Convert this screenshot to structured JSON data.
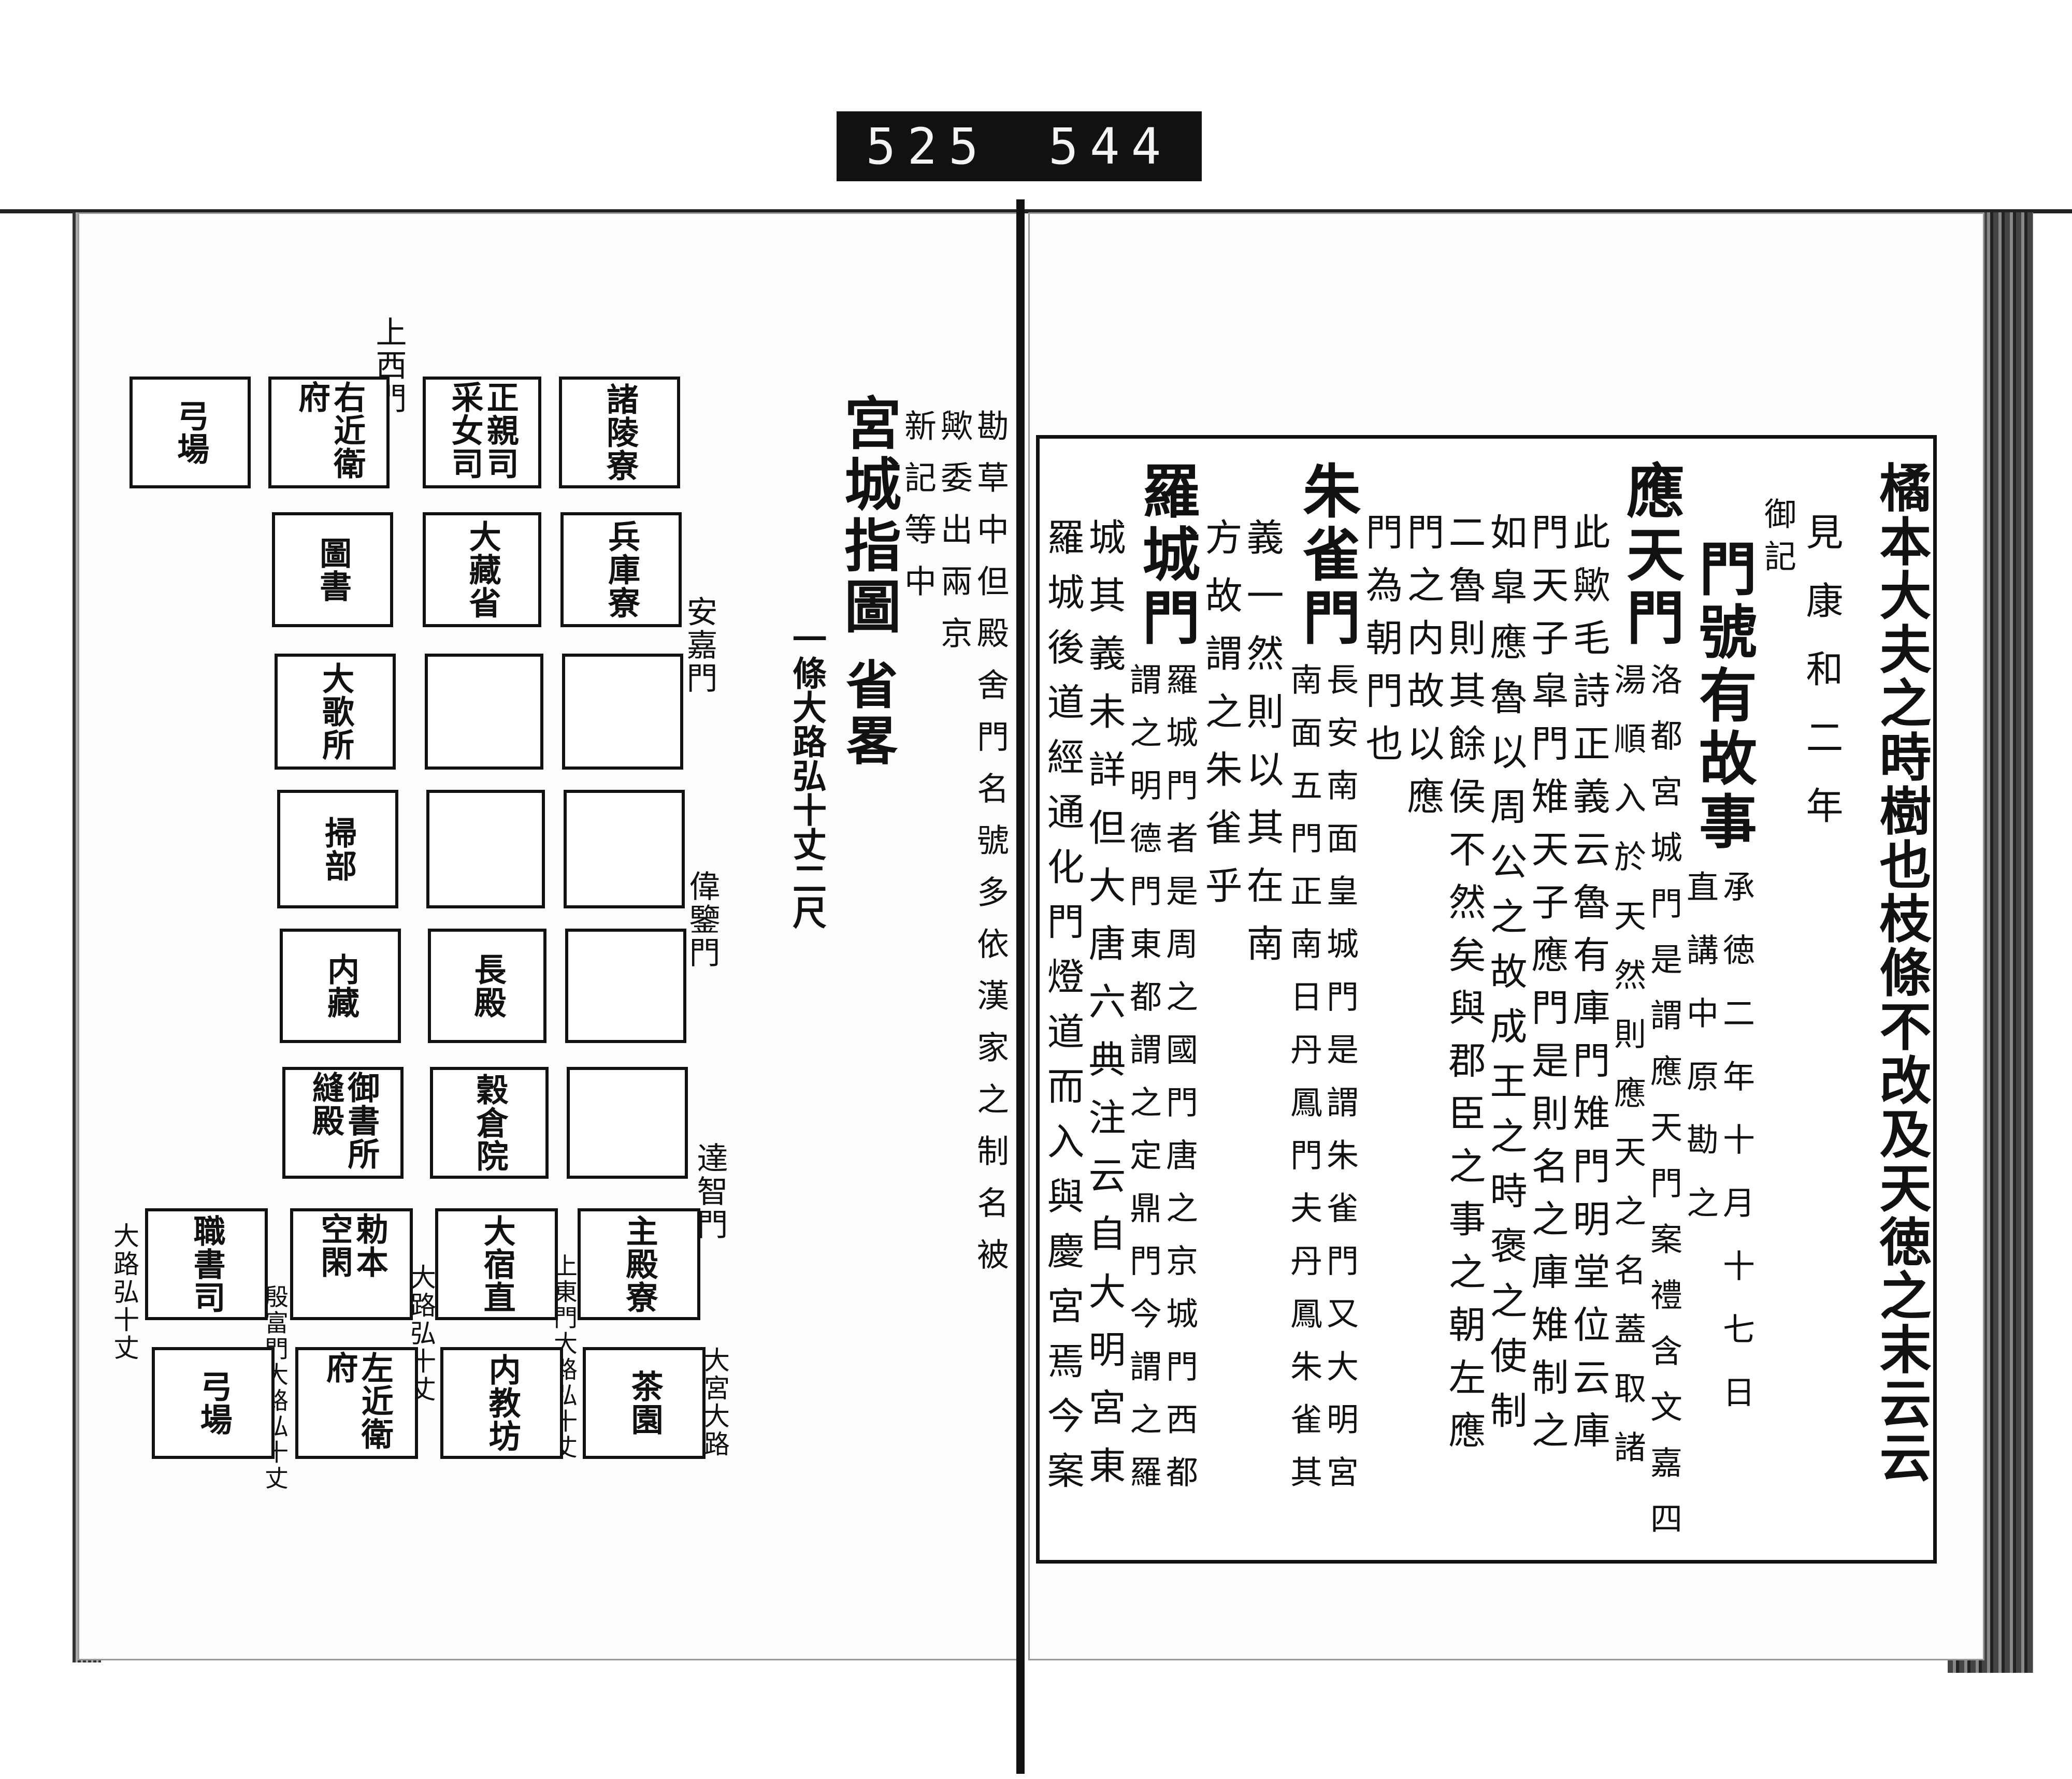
{
  "catalog_label": {
    "left": "525",
    "right": "544"
  },
  "left_page": {
    "title": "宮城指圖",
    "title_note": "省畧",
    "notes": [
      "勘草中但殿舍門名號多依漢家之制名被",
      "歟委出兩京",
      "新記等中"
    ],
    "main_road": "一條大路弘十丈二尺",
    "gates": {
      "top": "上西門",
      "an_ka": "安嘉門",
      "i_kan": "偉鑒門",
      "tatchi": "達智門"
    },
    "road_labels": [
      "大路弘十丈",
      "殷富門大路弘十丈",
      "大路弘十丈",
      "上東門大路弘十丈",
      "大宮大路"
    ],
    "buildings": [
      "弓場",
      "右近衛府",
      "正親司 采女司",
      "諸陵寮",
      "圖書",
      "大藏省",
      "兵庫寮",
      "大歌所",
      "掃部",
      "内藏",
      "長殿",
      "御書所 縫殿",
      "穀倉院",
      "職書司",
      "勅本 空閑",
      "大宿直",
      "主殿寮",
      "弓場",
      "左近衛府",
      "内教坊",
      "茶園"
    ]
  },
  "right_page": {
    "columns": [
      "橘本大夫之時樹也枝條不改及天徳之末云云",
      "見康和二年",
      "御記",
      "門號有故事",
      "承徳二年十月十七日",
      "直講中原勘之",
      "應天門",
      "洛都宮城門是謂應天門案禮含文嘉四",
      "湯順入於天然則應天之名蓋取諸",
      "此歟毛詩正義云魯有庫門雉門明堂位云庫",
      "門天子皐門雉天子應門是則名之庫雉制之",
      "如皐應魯以周公之故成王之時褒之使制",
      "二魯則其餘侯不然矣與郡臣之事之朝左應",
      "門之内故以應",
      "門為朝門也",
      "朱雀門",
      "長安南面皇城門是謂朱雀門又大明宮",
      "南面五門正南日丹鳳門夫丹鳳朱雀其",
      "義一然則以其在南",
      "方故謂之朱雀乎",
      "羅城門",
      "羅城門者是周之國門唐之京城門西都",
      "謂之明德門東都謂之定鼎門今謂之羅",
      "城其義未詳但大唐六典注云自大明宮東",
      "羅城後道經通化門燈道而入與慶宮焉今案"
    ]
  }
}
